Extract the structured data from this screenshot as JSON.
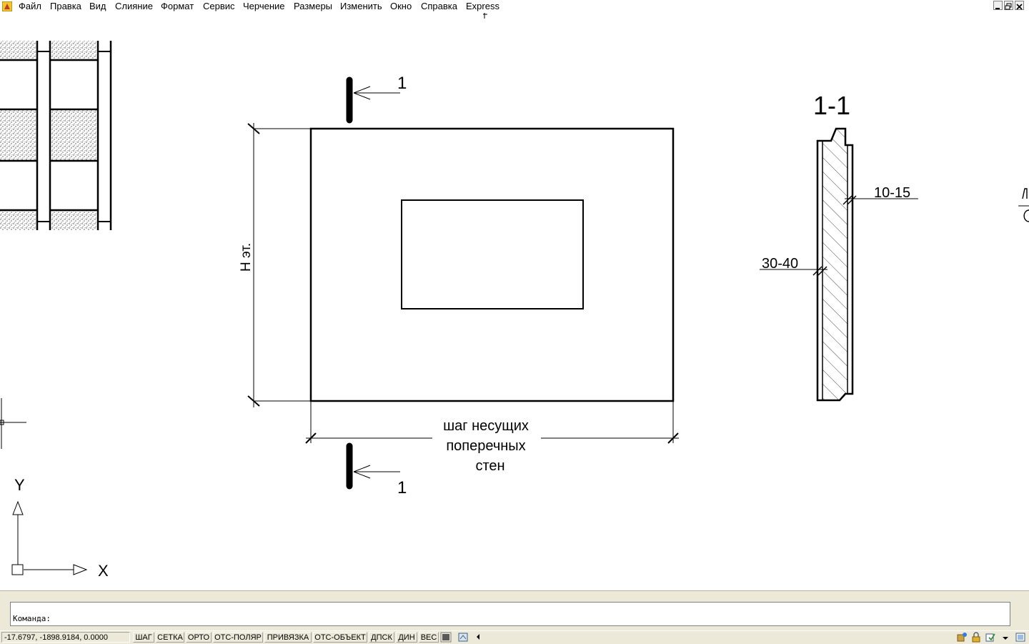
{
  "menubar": {
    "items": [
      "Файл",
      "Правка",
      "Вид",
      "Слияние",
      "Формат",
      "Сервис",
      "Черчение",
      "Размеры",
      "Изменить",
      "Окно",
      "Справка",
      "Express"
    ]
  },
  "drawing": {
    "section_mark_top": "1",
    "section_mark_bottom": "1",
    "height_label": "Н эт.",
    "width_label_lines": [
      "шаг несущих",
      "поперечных",
      "стен"
    ],
    "section_title": "1-1",
    "dim_inner_layer": "10-15",
    "dim_outer_layer": "30-40",
    "ucs_y": "Y",
    "ucs_x": "X"
  },
  "command": {
    "prompt": "Команда:"
  },
  "status": {
    "coordinates": "-17.6797, -1898.9184, 0.0000",
    "toggles": [
      "ШАГ",
      "СЕТКА",
      "ОРТО",
      "ОТС-ПОЛЯР",
      "ПРИВЯЗКА",
      "ОТС-ОБЪЕКТ",
      "ДПСК",
      "ДИН",
      "ВЕС"
    ]
  },
  "colors": {
    "chrome": "#ece9d8",
    "canvas": "#ffffff",
    "ink": "#000000"
  }
}
